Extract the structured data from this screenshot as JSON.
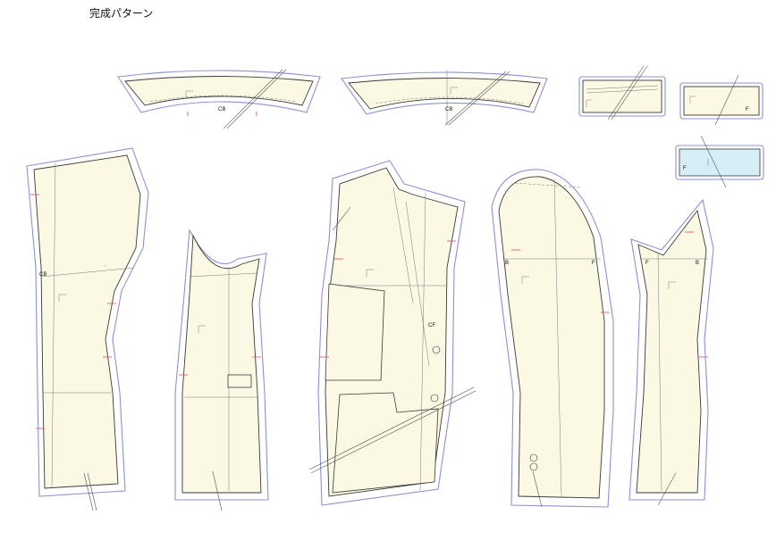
{
  "title": "完成パターン",
  "labels": {
    "cb": "CB",
    "cf": "CF",
    "b": "B",
    "f": "F"
  },
  "colors": {
    "piece_fill": "#fbf8e3",
    "seam_allowance": "#8f8fd6",
    "notch": "#e05a7a",
    "inner_fill": "#d6eef6"
  }
}
